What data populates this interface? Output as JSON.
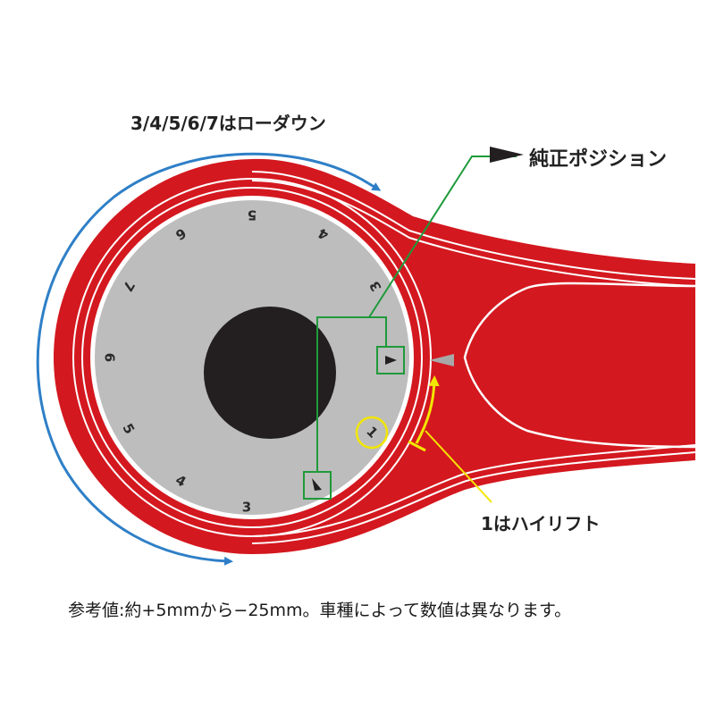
{
  "labels": {
    "lowdown": "3/4/5/6/7はローダウン",
    "stock": "純正ポジション",
    "hilift": "1はハイリフト",
    "note": "参考値:約+5mmから−25mm。車種によって数値は異なります。"
  },
  "dial": {
    "outer_numbers": [
      "3",
      "4",
      "5",
      "6",
      "7",
      "6",
      "5",
      "4",
      "3"
    ],
    "inner_number": "1"
  },
  "colors": {
    "arm_red": "#d4181f",
    "dial_gray": "#bdbdbd",
    "hub_black": "#231f20",
    "arrow_blue": "#2e7fc7",
    "leader_green": "#1e9a3a",
    "highlight_yellow": "#f2e600",
    "pointer_gray": "#a8a8a8"
  },
  "icons": {
    "stock_marker": "triangle-right-icon",
    "indicator": "triangle-pointer-icon"
  }
}
